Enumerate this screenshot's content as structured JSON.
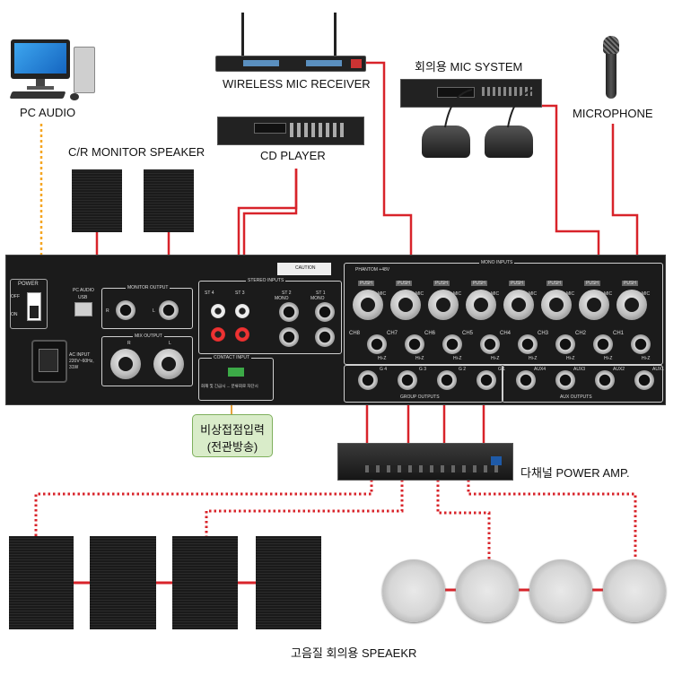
{
  "labels": {
    "pc_audio": "PC AUDIO",
    "wireless_mic": "WIRELESS MIC RECEIVER",
    "mic_system": "회의용 MIC SYSTEM",
    "microphone": "MICROPHONE",
    "cd_player": "CD PLAYER",
    "monitor_speaker": "C/R MONITOR SPEAKER",
    "emergency_line1": "비상접점입력",
    "emergency_line2": "(전관방송)",
    "power_amp": "다채널 POWER AMP.",
    "speakers": "고음질 회의용 SPEAEKR"
  },
  "panel": {
    "power": "POWER",
    "off": "OFF",
    "on": "ON",
    "pc_audio": "PC AUDIO",
    "usb": "USB",
    "monitor_output": "MONITOR OUTPUT",
    "mix_output": "MIX OUTPUT",
    "ac_input": "AC INPUT",
    "ac_spec": "220V~60Hz,",
    "watt": "31W",
    "stereo_inputs": "STEREO INPUTS",
    "st4": "ST 4",
    "st3": "ST 3",
    "st2": "ST 2",
    "st1": "ST 1",
    "mono": "MONO",
    "contact_input": "CONTACT INPUT",
    "contact_note": "화재 및 긴급시 ... 분류회로 차단시",
    "caution": "CAUTION",
    "mono_inputs": "MONO INPUTS",
    "phantom": "PHANTOM +48V",
    "mic": "MIC",
    "hiz": "Hi-Z",
    "push": "PUSH",
    "channels": [
      "CH8",
      "CH7",
      "CH6",
      "CH5",
      "CH4",
      "CH3",
      "CH2",
      "CH1"
    ],
    "group_outputs": "GROUP OUTPUTS",
    "groups": [
      "G 4",
      "G 3",
      "G 2",
      "G 1"
    ],
    "aux_outputs": "AUX OUTPUTS",
    "aux": [
      "AUX4",
      "AUX3",
      "AUX2",
      "AUX1"
    ],
    "r": "R",
    "l": "L"
  },
  "colors": {
    "cable_red": "#d8232a",
    "pc_cable": "#f5a623",
    "emergency_box": "#d9ecc9",
    "emergency_border": "#7fb05d",
    "contact_line": "#e6a23c"
  }
}
